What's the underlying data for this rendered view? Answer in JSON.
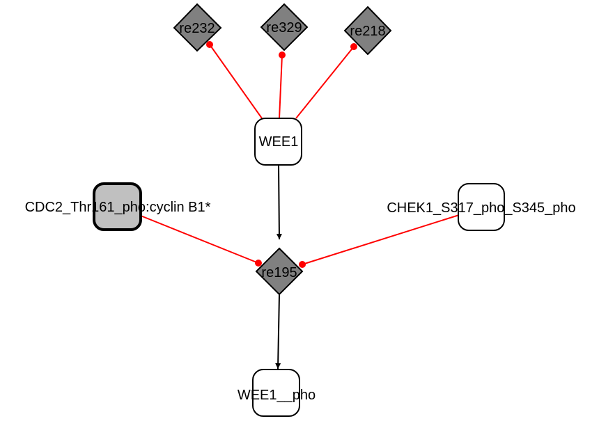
{
  "diagram": {
    "type": "biological-network",
    "colors": {
      "inhibition_edge": "#ff0000",
      "production_edge": "#000000",
      "reaction_fill": "#808080",
      "complex_fill": "#c0c0c0",
      "species_fill": "#ffffff"
    },
    "nodes": [
      {
        "id": "re232",
        "label": "re232",
        "kind": "reaction"
      },
      {
        "id": "re329",
        "label": "re329",
        "kind": "reaction"
      },
      {
        "id": "re218",
        "label": "re218",
        "kind": "reaction"
      },
      {
        "id": "WEE1",
        "label": "WEE1",
        "kind": "species"
      },
      {
        "id": "CDC2",
        "label": "CDC2_Thr161_pho:cyclin B1*",
        "kind": "complex"
      },
      {
        "id": "CHEK1",
        "label": "CHEK1_S317_pho_S345_pho",
        "kind": "species"
      },
      {
        "id": "re195",
        "label": "re195",
        "kind": "reaction"
      },
      {
        "id": "WEE1pho",
        "label": "WEE1__pho",
        "kind": "species"
      }
    ],
    "edges": [
      {
        "from": "WEE1",
        "to": "re232",
        "type": "modifier"
      },
      {
        "from": "WEE1",
        "to": "re329",
        "type": "modifier"
      },
      {
        "from": "WEE1",
        "to": "re218",
        "type": "modifier"
      },
      {
        "from": "WEE1",
        "to": "re195",
        "type": "reactant"
      },
      {
        "from": "CDC2",
        "to": "re195",
        "type": "modifier"
      },
      {
        "from": "CHEK1",
        "to": "re195",
        "type": "modifier"
      },
      {
        "from": "re195",
        "to": "WEE1pho",
        "type": "product"
      }
    ]
  }
}
